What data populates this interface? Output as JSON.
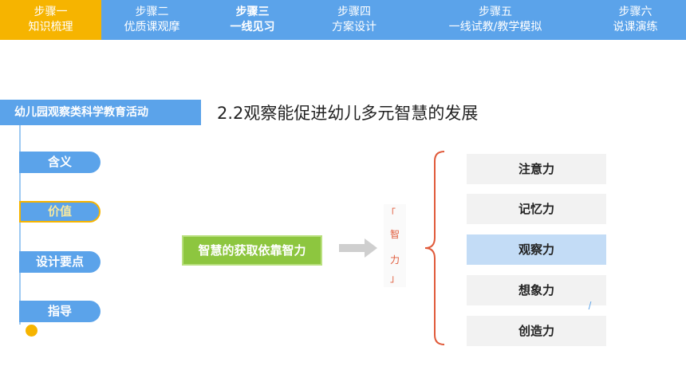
{
  "steps": [
    {
      "line1": "步骤一",
      "line2": "知识梳理"
    },
    {
      "line1": "步骤二",
      "line2": "优质课观摩"
    },
    {
      "line1": "步骤三",
      "line2": "一线见习"
    },
    {
      "line1": "步骤四",
      "line2": "方案设计"
    },
    {
      "line1": "步骤五",
      "line2": "一线试教/教学模拟"
    },
    {
      "line1": "步骤六",
      "line2": "说课演练"
    }
  ],
  "section_title": "幼儿园观察类科学教育活动",
  "heading": "2.2观察能促进幼儿多元智慧的发展",
  "menu": [
    "含义",
    "价值",
    "设计要点",
    "指导"
  ],
  "green_box": "智慧的获取依靠智力",
  "zhili": {
    "char1": "智",
    "char2": "力",
    "open": "「",
    "close": "」"
  },
  "capabilities": [
    "注意力",
    "记忆力",
    "观察力",
    "想象力",
    "创造力"
  ],
  "colors": {
    "accent": "#5ba3ea",
    "active": "#f6b400",
    "green": "#8dc63f",
    "highlight": "#c3dcf6",
    "brace": "#e05a3a"
  }
}
